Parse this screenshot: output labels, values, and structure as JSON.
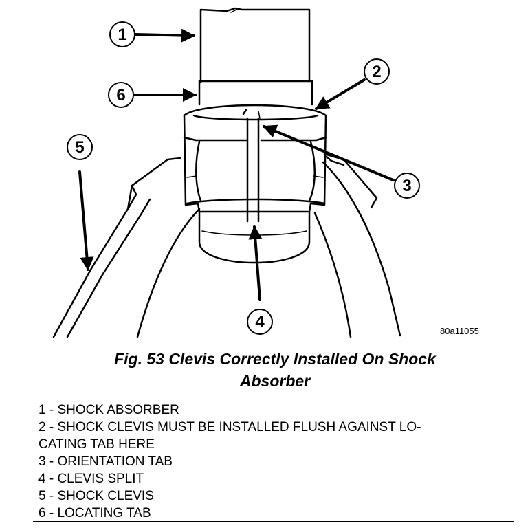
{
  "figure": {
    "id": "80a11055",
    "callouts": [
      "1",
      "2",
      "3",
      "4",
      "5",
      "6"
    ]
  },
  "caption": {
    "line1": "Fig. 53 Clevis Correctly Installed On Shock",
    "line2": "Absorber"
  },
  "legend": [
    {
      "text": "1 - SHOCK ABSORBER"
    },
    {
      "text": "2 - SHOCK CLEVIS MUST BE INSTALLED FLUSH AGAINST LO-",
      "text2": "CATING TAB HERE"
    },
    {
      "text": "3 - ORIENTATION TAB"
    },
    {
      "text": "4 - CLEVIS SPLIT"
    },
    {
      "text": "5 - SHOCK CLEVIS"
    },
    {
      "text": "6 - LOCATING TAB"
    }
  ]
}
